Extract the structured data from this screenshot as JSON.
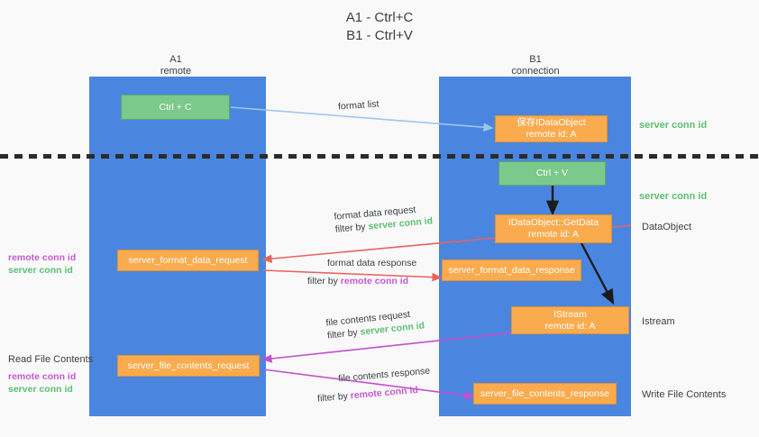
{
  "title": {
    "line1": "A1 - Ctrl+C",
    "line2": "B1 - Ctrl+V"
  },
  "columns": {
    "left": {
      "name": "A1",
      "role": "remote"
    },
    "right": {
      "name": "B1",
      "role": "connection"
    }
  },
  "boxes": {
    "ctrl_c": {
      "label": "Ctrl + C"
    },
    "ctrl_v": {
      "label": "Ctrl + V"
    },
    "idataobject": {
      "line1": "保存IDataObject",
      "line2": "remote id: A"
    },
    "getdata": {
      "line1": "IDataObject::GetData",
      "line2": "remote id: A"
    },
    "istream": {
      "line1": "IStream",
      "line2": "remote id: A"
    },
    "format_data_request": {
      "label": "server_format_data_request"
    },
    "format_data_response": {
      "label": "server_format_data_response"
    },
    "file_contents_request": {
      "label": "server_file_contents_request"
    },
    "file_contents_response": {
      "label": "server_file_contents_response"
    }
  },
  "arrows": {
    "format_list": {
      "label": "format list"
    },
    "format_data_request": {
      "line1": "format data request",
      "filter_prefix": "filter by ",
      "filter_value": "server conn id"
    },
    "format_data_response": {
      "line1": "format data response",
      "filter_prefix": "filter by ",
      "filter_value": "remote conn id"
    },
    "file_contents_request": {
      "line1": "file contents request",
      "filter_prefix": "filter by ",
      "filter_value": "server conn id"
    },
    "file_contents_response": {
      "line1": "file contents response",
      "filter_prefix": "filter by ",
      "filter_value": "remote conn id"
    }
  },
  "right_labels": {
    "server_conn_id_top": "server conn id",
    "server_conn_id_mid": "server conn id",
    "dataobject": "DataObject",
    "istream": "Istream",
    "write_file_contents": "Write File Contents"
  },
  "left_labels": {
    "remote_conn_id_1": "remote conn id",
    "server_conn_id_1": "server conn id",
    "read_file_contents": "Read File Contents",
    "remote_conn_id_2": "remote conn id",
    "server_conn_id_2": "server conn id"
  },
  "colors": {
    "column_blue": "#4a86e0",
    "box_green": "#7bc98b",
    "box_orange": "#f9ab4e",
    "green_text": "#5cbf73",
    "magenta_text": "#c45ad0",
    "arrow_blue": "#9fc6ef",
    "arrow_red": "#e8635f",
    "arrow_magenta": "#c24fd0",
    "arrow_black": "#1a1a1a"
  }
}
